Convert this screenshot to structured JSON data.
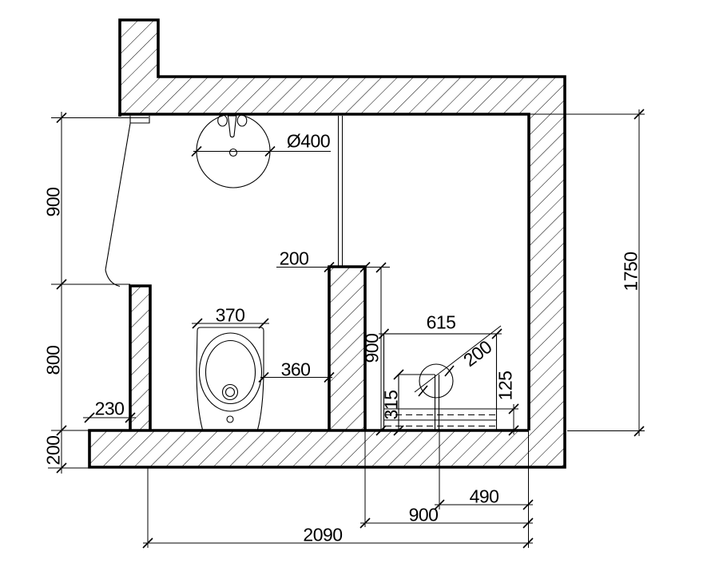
{
  "drawing": {
    "type": "bathroom-plan-cad-drawing",
    "colors": {
      "line": "#000000",
      "background": "#ffffff"
    },
    "fixtures": [
      "washbasin",
      "bidet",
      "shower-drain",
      "door",
      "glass-partition"
    ],
    "labels": {
      "door_opening": "900",
      "left_wall_length": "800",
      "bottom_wall_thickness": "200",
      "threshold_width": "230",
      "sink_diameter": "Ø400",
      "partition_thickness": "200",
      "bidet_width": "370",
      "bidet_to_partition": "360",
      "partition_length": "900",
      "shower_tray_width": "615",
      "drain_diameter": "200",
      "drain_inset": "315",
      "tray_edge_height": "125",
      "drain_to_wall": "490",
      "shower_compartment": "900",
      "room_width": "2090",
      "room_depth": "1750"
    }
  }
}
